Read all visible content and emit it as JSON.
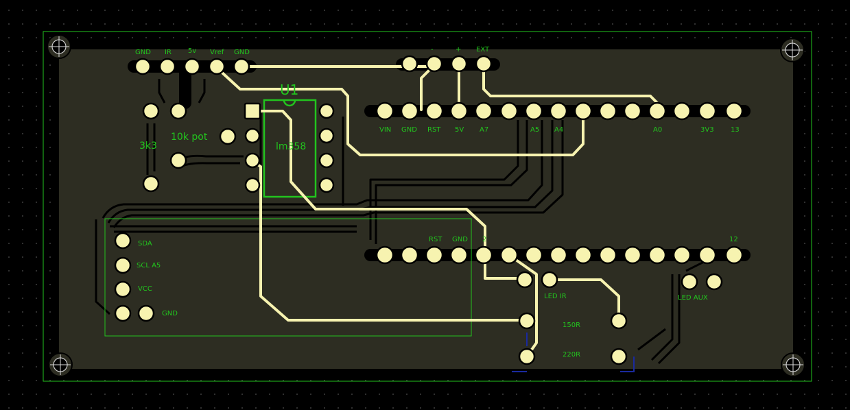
{
  "board": {
    "colors": {
      "background": "#000000",
      "copper_fill": "#2d2d22",
      "trace": "#f7f3b0",
      "pad": "#f7f3b0",
      "pad_ring": "#000000",
      "silkscreen": "#22c41e",
      "outline": "#22c41e",
      "marker": "#1a2a9e"
    },
    "header_top_left": {
      "pins": [
        "GND",
        "IR",
        "5v",
        "Vref",
        "GND"
      ]
    },
    "header_top_right": {
      "pins": [
        "-",
        "+",
        "EXT"
      ]
    },
    "ic": {
      "designator": "U1",
      "part": "lm358"
    },
    "pot_label": "10k pot",
    "resistor_3k3": "3k3",
    "arduino_top_row_labels": [
      "VIN",
      "GND",
      "RST",
      "5V",
      "A7",
      "A5",
      "A4",
      "A0",
      "3V3",
      "13"
    ],
    "arduino_bottom_row_labels": [
      "RST",
      "GND",
      "2",
      "12"
    ],
    "i2c_header": {
      "pins": [
        "SDA",
        "SCL A5",
        "VCC",
        "GND"
      ]
    },
    "led_ir_label": "LED IR",
    "led_aux_label": "LED AUX",
    "resistor_150": "150R",
    "resistor_220": "220R"
  }
}
